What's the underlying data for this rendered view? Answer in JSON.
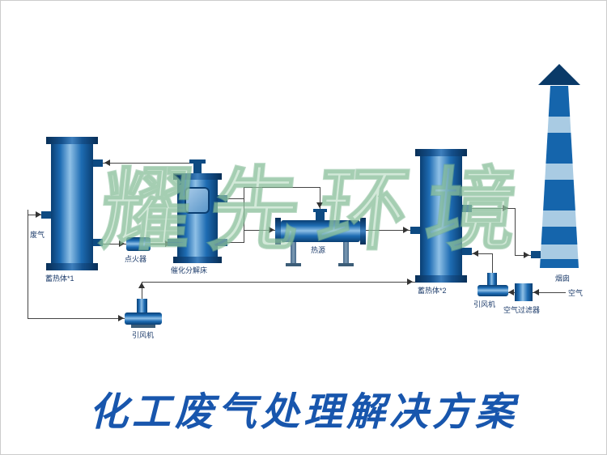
{
  "watermark": "耀先环境",
  "title": "化工废气处理解决方案",
  "labels": {
    "waste_gas": "废气",
    "heat_storage_1": "蓄热体*1",
    "igniter": "点火器",
    "catalytic_bed": "催化分解床",
    "heat_source": "热源",
    "heat_storage_2": "蓄热体*2",
    "fan_left": "引风机",
    "fan_right": "引风机",
    "air_filter": "空气过滤器",
    "air": "空气",
    "chimney": "烟囱"
  },
  "colors": {
    "equipment_blue": "#1e6cb3",
    "equipment_dark_blue": "#0a3f73",
    "equipment_highlight": "#8fc0e6",
    "chimney_band_light": "#a9cbe3",
    "title_blue": "#1856ad",
    "watermark_green": "#9ccfae",
    "flow_line": "#444444"
  }
}
